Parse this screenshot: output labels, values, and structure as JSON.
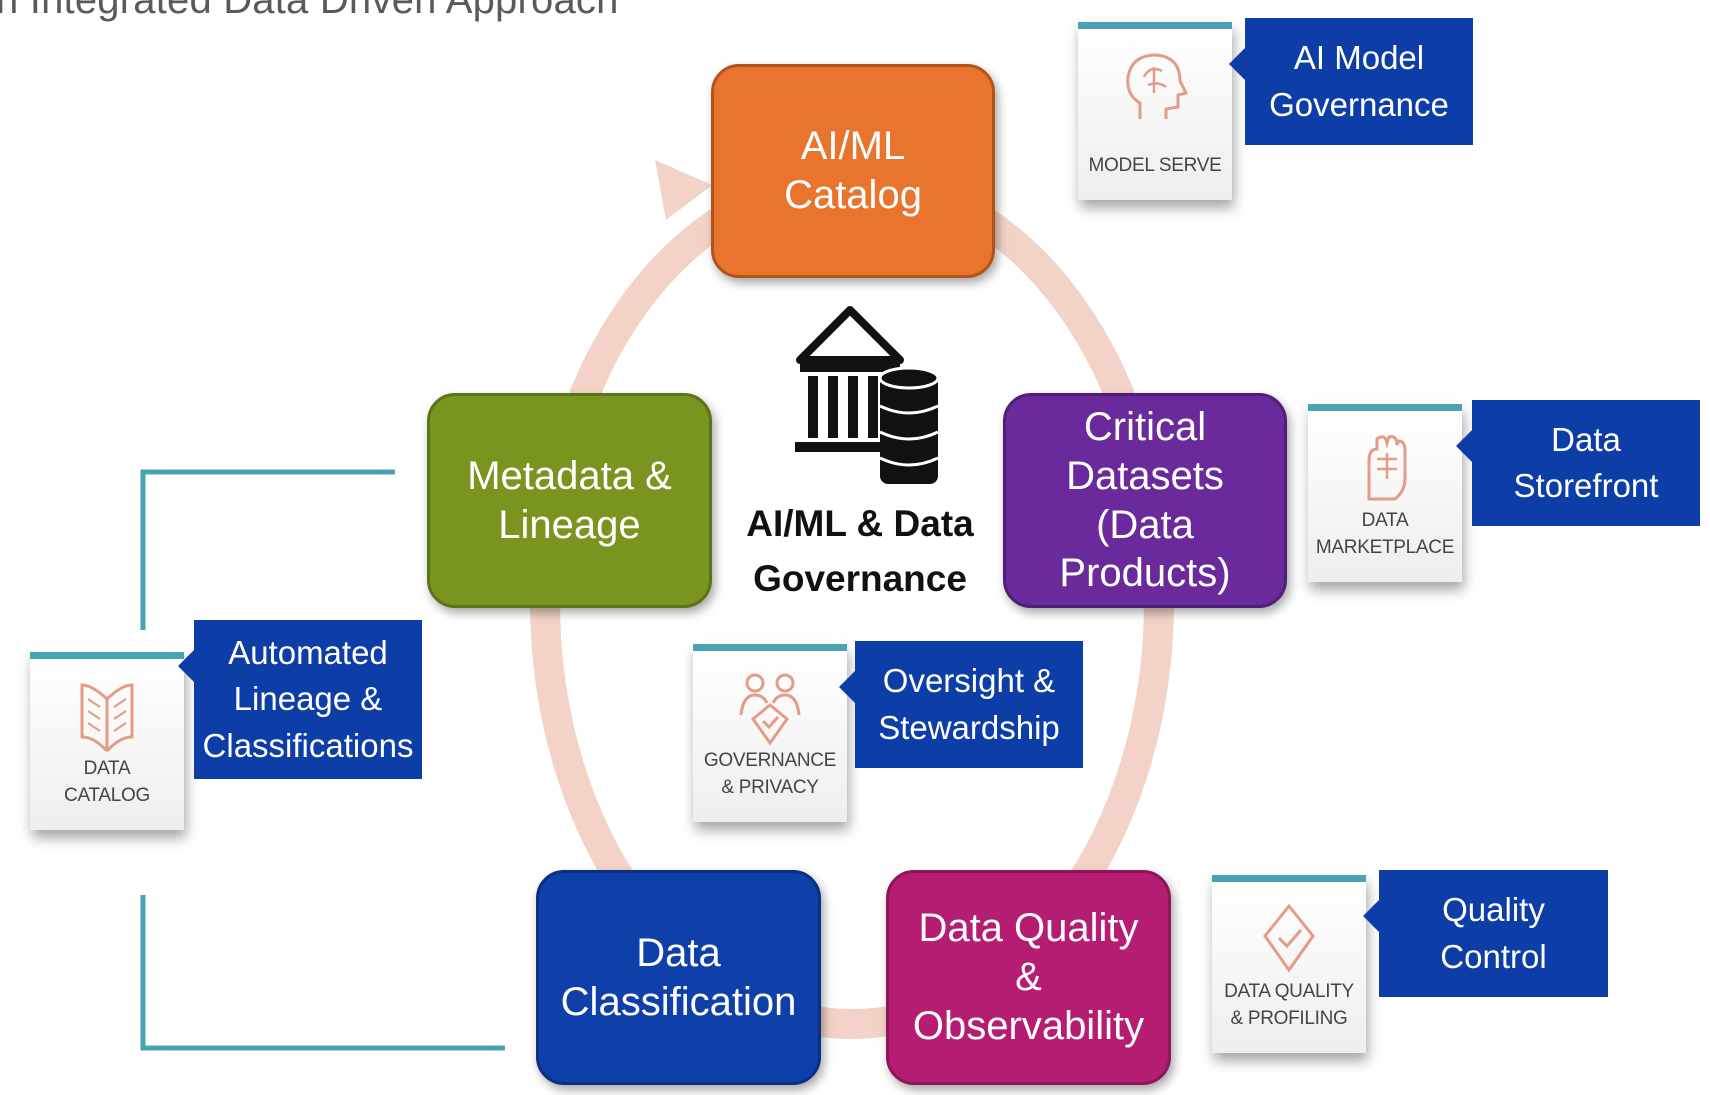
{
  "title": "n Integrated Data Driven Approach",
  "colors": {
    "ring": "#f3d3c7",
    "accent_bar": "#4aa3b5",
    "callout": "#0d3ea8",
    "aiml": "#e8742e",
    "metadata": "#7a9420",
    "critical": "#6a2a9c",
    "classification": "#0f3fa8",
    "quality": "#b51d72",
    "icon_stroke": "#e59b86"
  },
  "center": {
    "label": "AI/ML & Data\nGovernance",
    "icons": [
      "bank-building-icon",
      "database-stack-icon"
    ]
  },
  "nodes": {
    "aiml": "AI/ML Catalog",
    "metadata": "Metadata &\nLineage",
    "critical": "Critical Datasets\n(Data Products)",
    "classification": "Data\nClassification",
    "quality": "Data Quality &\nObservability"
  },
  "cards": {
    "model": {
      "label": "MODEL SERVE",
      "icon": "brain-head-icon"
    },
    "market": {
      "label": "DATA\nMARKETPLACE",
      "icon": "hand-money-icon"
    },
    "gov": {
      "label": "GOVERNANCE\n& PRIVACY",
      "icon": "people-shield-icon"
    },
    "catalog": {
      "label": "DATA\nCATALOG",
      "icon": "open-book-icon"
    },
    "dq": {
      "label": "DATA QUALITY\n& PROFILING",
      "icon": "diamond-check-icon"
    }
  },
  "callouts": {
    "model": "AI Model\nGovernance",
    "market": "Data Storefront",
    "gov": "Oversight &\nStewardship",
    "catalog": "Automated\nLineage &\nClassifications",
    "dq": "Quality\nControl"
  }
}
